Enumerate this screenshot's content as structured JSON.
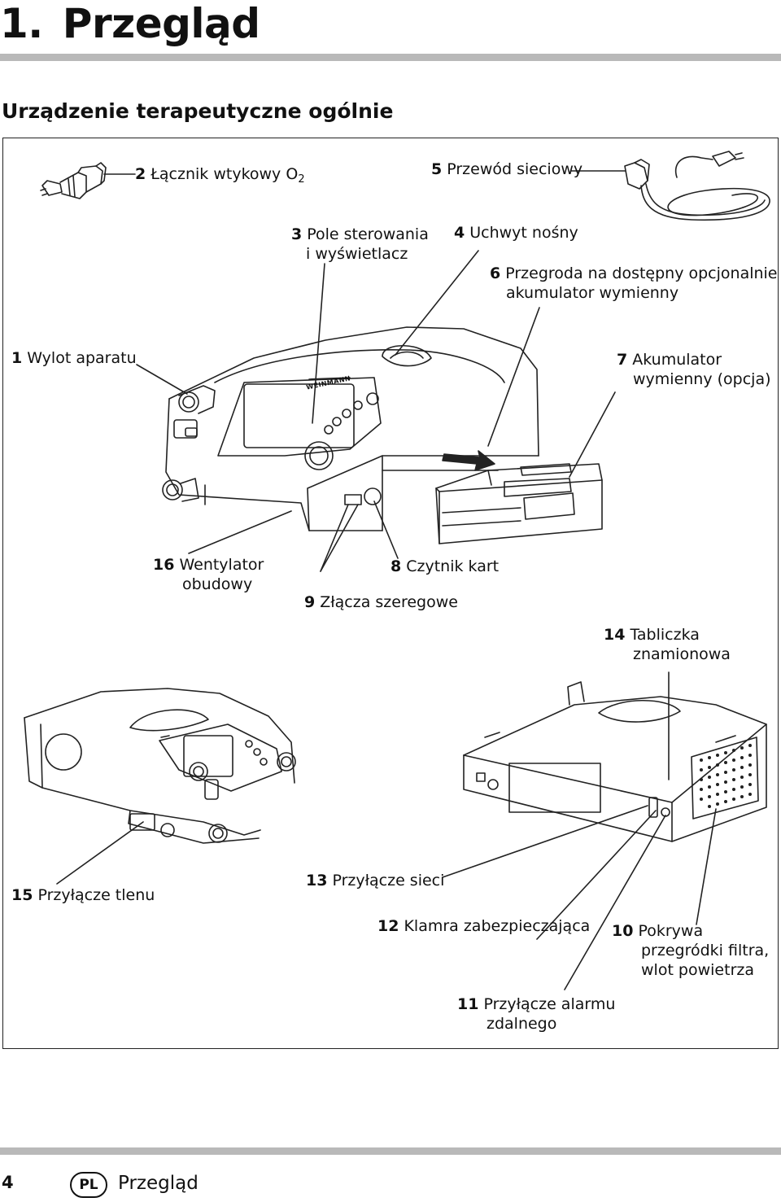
{
  "header": {
    "number": "1.",
    "title": "Przegląd"
  },
  "section_title": "Urządzenie terapeutyczne ogólnie",
  "labels": {
    "l1": {
      "num": "1",
      "lines": [
        "Wylot aparatu"
      ]
    },
    "l2": {
      "num": "2",
      "text": "Łącznik wtykowy O",
      "sub": "2"
    },
    "l3": {
      "num": "3",
      "lines": [
        "Pole sterowania",
        "i wyświetlacz"
      ]
    },
    "l4": {
      "num": "4",
      "lines": [
        "Uchwyt nośny"
      ]
    },
    "l5": {
      "num": "5",
      "lines": [
        "Przewód sieciowy"
      ]
    },
    "l6": {
      "num": "6",
      "lines": [
        "Przegroda na dostępny opcjonalnie",
        "akumulator wymienny"
      ]
    },
    "l7": {
      "num": "7",
      "lines": [
        "Akumulator",
        "wymienny (opcja)"
      ]
    },
    "l8": {
      "num": "8",
      "lines": [
        "Czytnik kart"
      ]
    },
    "l9": {
      "num": "9",
      "lines": [
        "Złącza szeregowe"
      ]
    },
    "l10": {
      "num": "10",
      "lines": [
        "Pokrywa",
        "przegródki filtra,",
        "wlot powietrza"
      ]
    },
    "l11": {
      "num": "11",
      "lines": [
        "Przyłącze alarmu",
        "zdalnego"
      ]
    },
    "l12": {
      "num": "12",
      "lines": [
        "Klamra zabezpieczająca"
      ]
    },
    "l13": {
      "num": "13",
      "lines": [
        "Przyłącze sieci"
      ]
    },
    "l14": {
      "num": "14",
      "lines": [
        "Tabliczka",
        "znamionowa"
      ]
    },
    "l15": {
      "num": "15",
      "lines": [
        "Przyłącze tlenu"
      ]
    },
    "l16": {
      "num": "16",
      "lines": [
        "Wentylator",
        "obudowy"
      ]
    }
  },
  "device_brand": "WEINMANN",
  "footer": {
    "page": "4",
    "lang": "PL",
    "section": "Przegląd"
  }
}
